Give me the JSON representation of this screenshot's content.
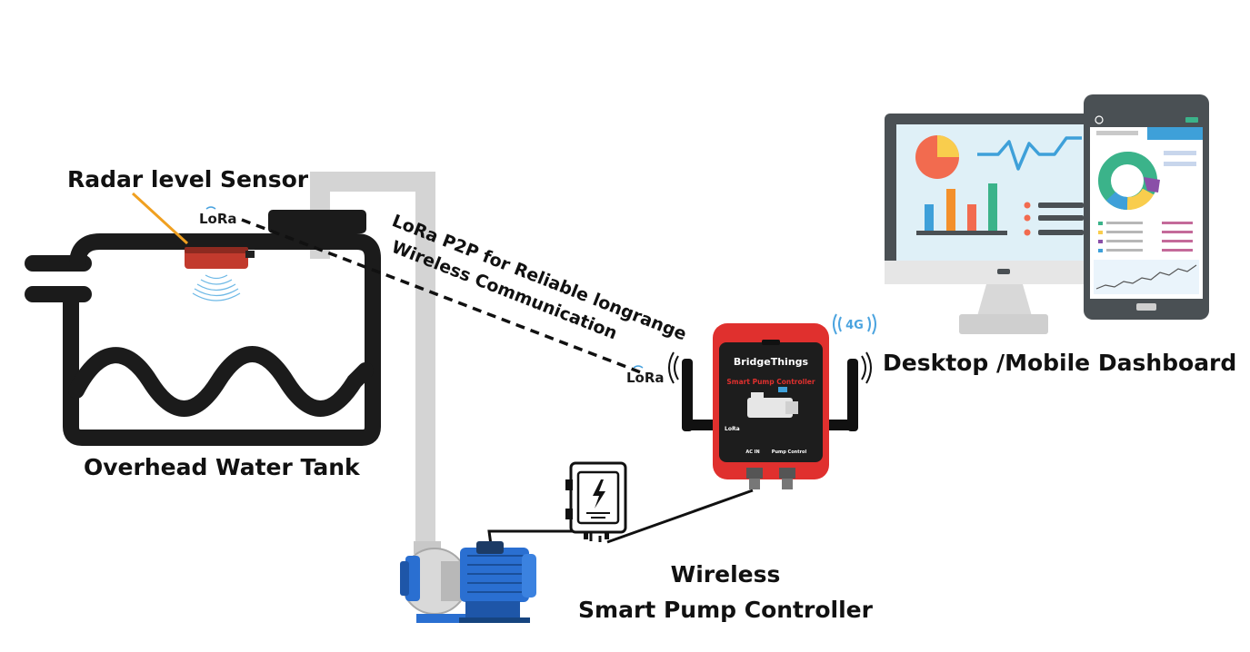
{
  "labels": {
    "radar_sensor": "Radar level Sensor",
    "water_tank": "Overhead Water Tank",
    "lora_link_line1": "LoRa P2P for Reliable longrange",
    "lora_link_line2": "Wireless Communication",
    "dashboard": "Desktop /Mobile Dashboard",
    "controller_line1": "Wireless",
    "controller_line2": "Smart Pump Controller"
  },
  "badges": {
    "lora_sensor": "LoRa",
    "lora_controller": "LoRa",
    "cellular": "4G"
  },
  "controller_device": {
    "brand": "BridgeThings",
    "product": "Smart Pump Controller",
    "side_badge": "LoRa",
    "port_left": "AC IN",
    "port_right": "Pump Control"
  },
  "icons": {
    "dashboard": "analytics-dashboard-icon",
    "power": "electrical-panel-icon",
    "pump": "centrifugal-pump-icon",
    "sensor": "radar-sensor-icon"
  },
  "colors": {
    "controller_red": "#e0302e",
    "pump_blue": "#2a6fd1",
    "pipe_gray": "#d4d4d4",
    "signal_blue": "#4aa3df",
    "pie_orange": "#f26b4f",
    "pie_yellow": "#f9cd4d",
    "bar_blue": "#3ea0d9",
    "bar_orange": "#f3902b",
    "bar_green": "#3bb38a"
  }
}
